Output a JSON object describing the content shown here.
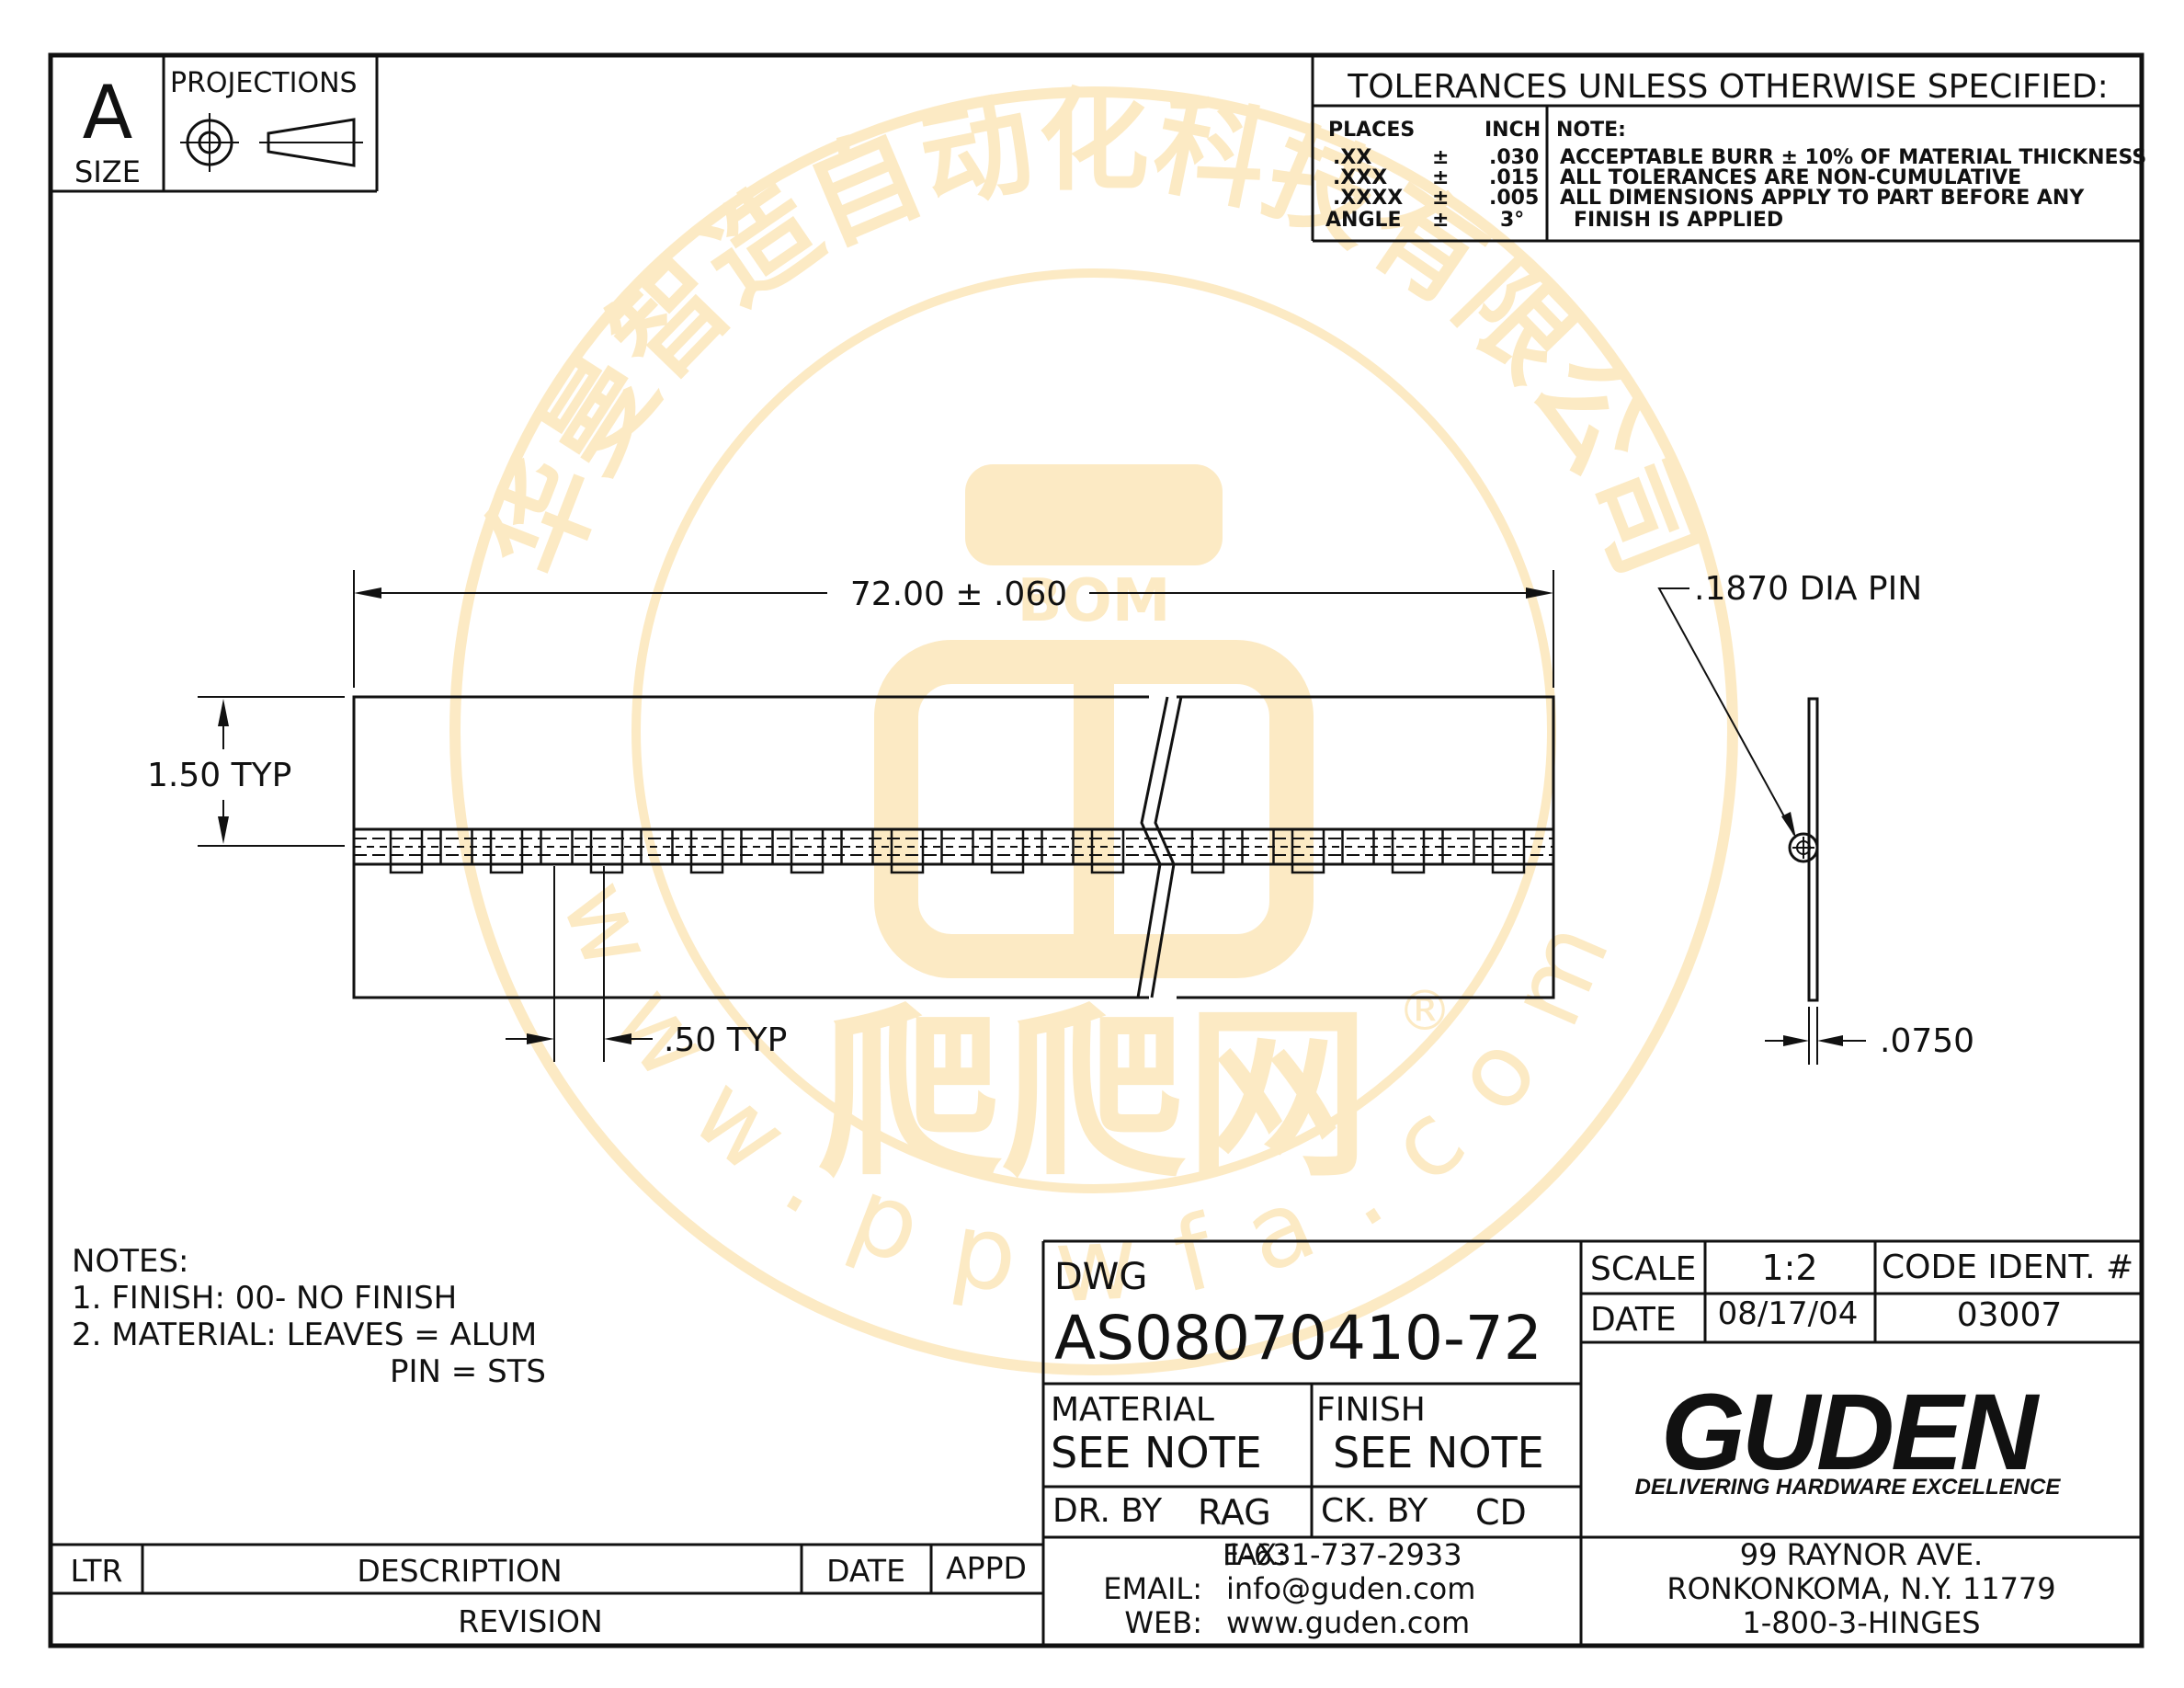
{
  "size_block": {
    "letter": "A",
    "label": "SIZE",
    "projections_label": "PROJECTIONS"
  },
  "tolerances": {
    "title": "TOLERANCES UNLESS OTHERWISE SPECIFIED:",
    "places_header": "PLACES",
    "inch_header": "INCH",
    "rows": [
      {
        "place": ".XX",
        "pm": "±",
        "value": ".030"
      },
      {
        "place": ".XXX",
        "pm": "±",
        "value": ".015"
      },
      {
        "place": ".XXXX",
        "pm": "±",
        "value": ".005"
      },
      {
        "place": "ANGLE",
        "pm": "±",
        "value": "3°"
      }
    ],
    "note_header": "NOTE:",
    "notes": [
      "ACCEPTABLE BURR ± 10% OF MATERIAL THICKNESS",
      "ALL TOLERANCES ARE NON-CUMULATIVE",
      "ALL DIMENSIONS APPLY TO PART BEFORE ANY",
      "FINISH IS APPLIED"
    ]
  },
  "dimensions": {
    "length": "72.00 ± .060",
    "width": "1.50 TYP",
    "knuckle": ".50 TYP",
    "pin": ".1870 DIA PIN",
    "thickness": ".0750"
  },
  "notes": {
    "header": "NOTES:",
    "line1": "1. FINISH: 00- NO FINISH",
    "line2": "2. MATERIAL: LEAVES = ALUM",
    "line3": "PIN = STS"
  },
  "revision": {
    "ltr": "LTR",
    "description": "DESCRIPTION",
    "date": "DATE",
    "appd": "APPD",
    "title": "REVISION"
  },
  "title_block": {
    "dwg_label": "DWG",
    "dwg_number": "AS08070410-72",
    "material_label": "MATERIAL",
    "material_value": "SEE NOTE",
    "finish_label": "FINISH",
    "finish_value": "SEE NOTE",
    "drawn_by_label": "DR. BY",
    "drawn_by": "RAG",
    "checked_by_label": "CK. BY",
    "checked_by": "CD",
    "scale_label": "SCALE",
    "scale_value": "1:2",
    "code_label": "CODE IDENT. #",
    "code_value": "03007",
    "date_label": "DATE",
    "date_value": "08/17/04",
    "fax_label": "FAX:",
    "fax": "1-631-737-2933",
    "email_label": "EMAIL:",
    "email": "info@guden.com",
    "web_label": "WEB:",
    "web": "www.guden.com",
    "address1": "99 RAYNOR AVE.",
    "address2": "RONKONKOMA, N.Y. 11779",
    "phone": "1-800-3-HINGES",
    "logo_text": "GUDEN",
    "tagline": "DELIVERING HARDWARE EXCELLENCE"
  },
  "watermark": {
    "arc_text": "华曼智造自动化科技有限公司",
    "center_text": "BOM",
    "bottom_text": "爬爬网",
    "url_text": "www.ppwfa.com",
    "registered": "®"
  },
  "colors": {
    "ink": "#111111",
    "watermark": "#f7c45a"
  }
}
